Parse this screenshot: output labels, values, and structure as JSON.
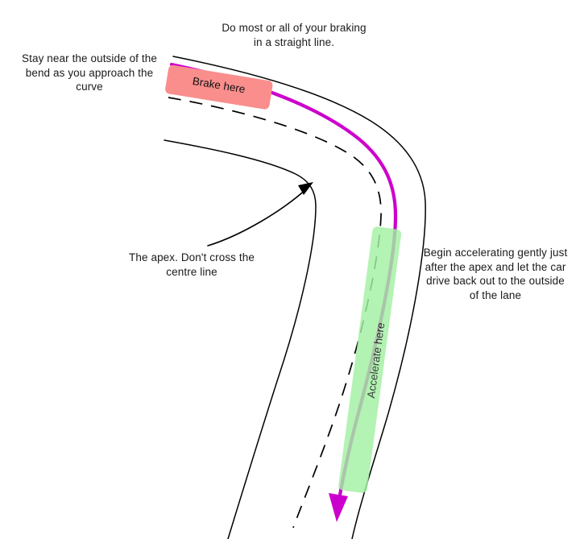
{
  "diagram": {
    "title": "Cornering racing line diagram",
    "background_color": "#ffffff"
  },
  "annotations": {
    "braking_straight": "Do most or all of your braking\nin a straight line.",
    "outside_bend": "Stay near the outside of the\nbend as you approach the\ncurve",
    "apex": "The apex. Don't cross the\ncentre line",
    "accelerate_out": "Begin accelerating gently just\nafter the apex and let the car\ndrive back out to the outside\nof the lane"
  },
  "bands": {
    "brake": {
      "label": "Brake here",
      "color": "#f98e8c"
    },
    "accelerate": {
      "label": "Accelerate here",
      "color": "#a2f0a2"
    }
  },
  "lines": {
    "racing_line": {
      "name": "racing line",
      "color": "#cc00cc"
    },
    "road_edge": {
      "name": "road edge",
      "color": "#000000"
    },
    "centre_line": {
      "name": "centre line",
      "color": "#000000",
      "style": "dashed"
    },
    "apex_pointer": {
      "name": "apex pointer arrow",
      "color": "#000000"
    }
  }
}
